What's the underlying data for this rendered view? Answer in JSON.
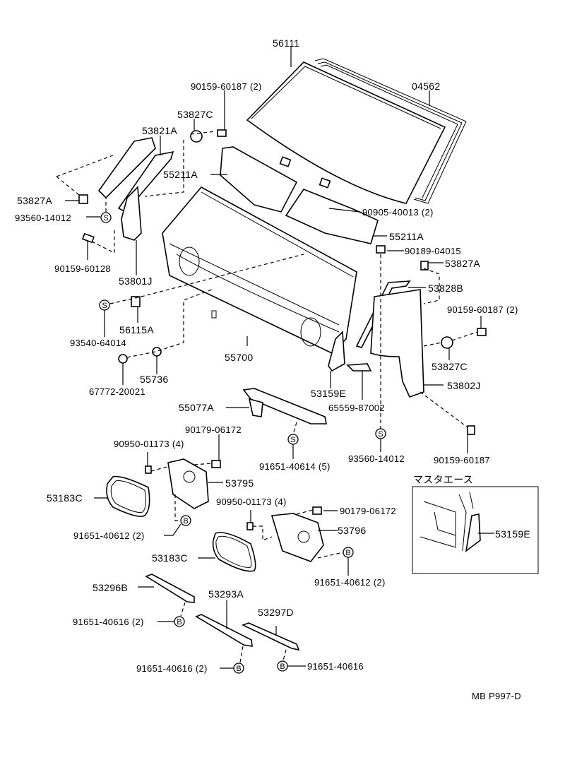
{
  "diagram": {
    "title_code": "MB P997-D",
    "inset_title": "マスタエース",
    "symbols": {
      "s": "S",
      "b": "B"
    },
    "labels": {
      "p56111": "56111",
      "p04562": "04562",
      "p90159_60187_2_top": "90159-60187 (2)",
      "p53827C_top": "53827C",
      "p53821A": "53821A",
      "p55211A_left": "55211A",
      "p53827A_left": "53827A",
      "p93560_14012_left": "93560-14012",
      "p90159_60128": "90159-60128",
      "p53801J": "53801J",
      "p90905_40013": "90905-40013 (2)",
      "p55211A_right": "55211A",
      "p90189_04015": "90189-04015",
      "p53827A_right": "53827A",
      "p53828B": "53828B",
      "p90159_60187_2_right": "90159-60187 (2)",
      "p53827C_right": "53827C",
      "p53802J": "53802J",
      "p93540_64014": "93540-64014",
      "p56115A": "56115A",
      "p55700": "55700",
      "p55736": "55736",
      "p67772_20021": "67772-20021",
      "p53159E": "53159E",
      "p65559_87002": "65559-87002",
      "p55077A": "55077A",
      "p90179_06172_left": "90179-06172",
      "p90950_01173_left": "90950-01173 (4)",
      "p91651_40614": "91651-40614 (5)",
      "p93560_14012_right": "93560-14012",
      "p90159_60187_right": "90159-60187",
      "p53183C_left": "53183C",
      "p53795": "53795",
      "p91651_40612_left": "91651-40612 (2)",
      "p90950_01173_right": "90950-01173 (4)",
      "p90179_06172_right": "90179-06172",
      "p53796": "53796",
      "p53183C_right": "53183C",
      "p91651_40612_right": "91651-40612 (2)",
      "p53296B": "53296B",
      "p53293A": "53293A",
      "p53297D": "53297D",
      "p91651_40616_left": "91651-40616 (2)",
      "p91651_40616_mid": "91651-40616 (2)",
      "p91651_40616_right": "91651-40616",
      "p53159E_inset": "53159E"
    }
  }
}
